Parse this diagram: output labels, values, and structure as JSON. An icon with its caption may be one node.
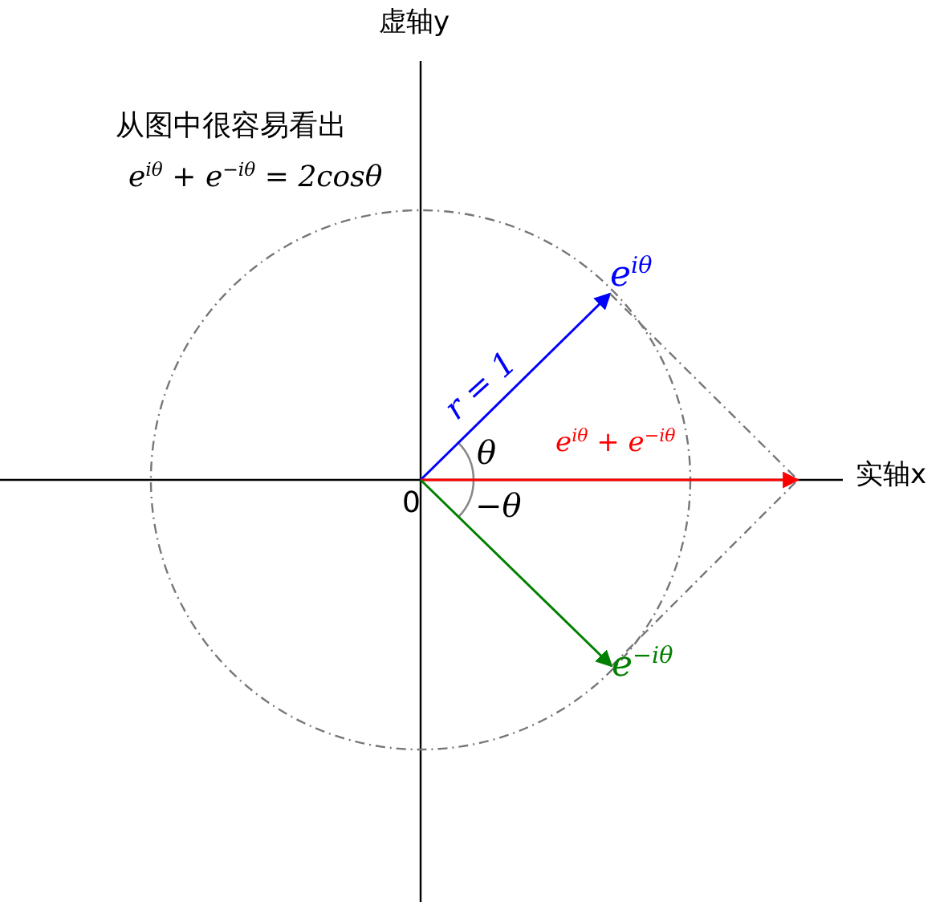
{
  "diagram": {
    "nodes": [
      {
        "text": [
          "0"
        ]
      },
      {
        "text": [
          "e$^{iθ}$"
        ]
      },
      {
        "text": [
          "e$^{−iθ}$"
        ]
      }
    ],
    "edges": [
      {
        "from": 0,
        "to": 1,
        "arrow": "to",
        "label": "r = 1",
        "color": "#0000ff"
      },
      {
        "from": 0,
        "to": null,
        "arrow": "to",
        "label": "e$^{iθ}$ + e$^{−iθ}$",
        "color": "#ff0000"
      },
      {
        "from": 0,
        "to": 2,
        "arrow": "to",
        "color": "#008000"
      },
      {
        "from": 1,
        "to": null,
        "arrow": "none",
        "style": "dashed",
        "color": "#777777"
      },
      {
        "from": 2,
        "to": null,
        "arrow": "none",
        "style": "dashed",
        "color": "#777777"
      }
    ],
    "labels": [
      "虚轴y",
      "从图中很容易看出",
      "e$^{iθ}$ + e$^{−iθ}$ = 2cosθ",
      "实轴x",
      "θ",
      "−θ"
    ]
  }
}
